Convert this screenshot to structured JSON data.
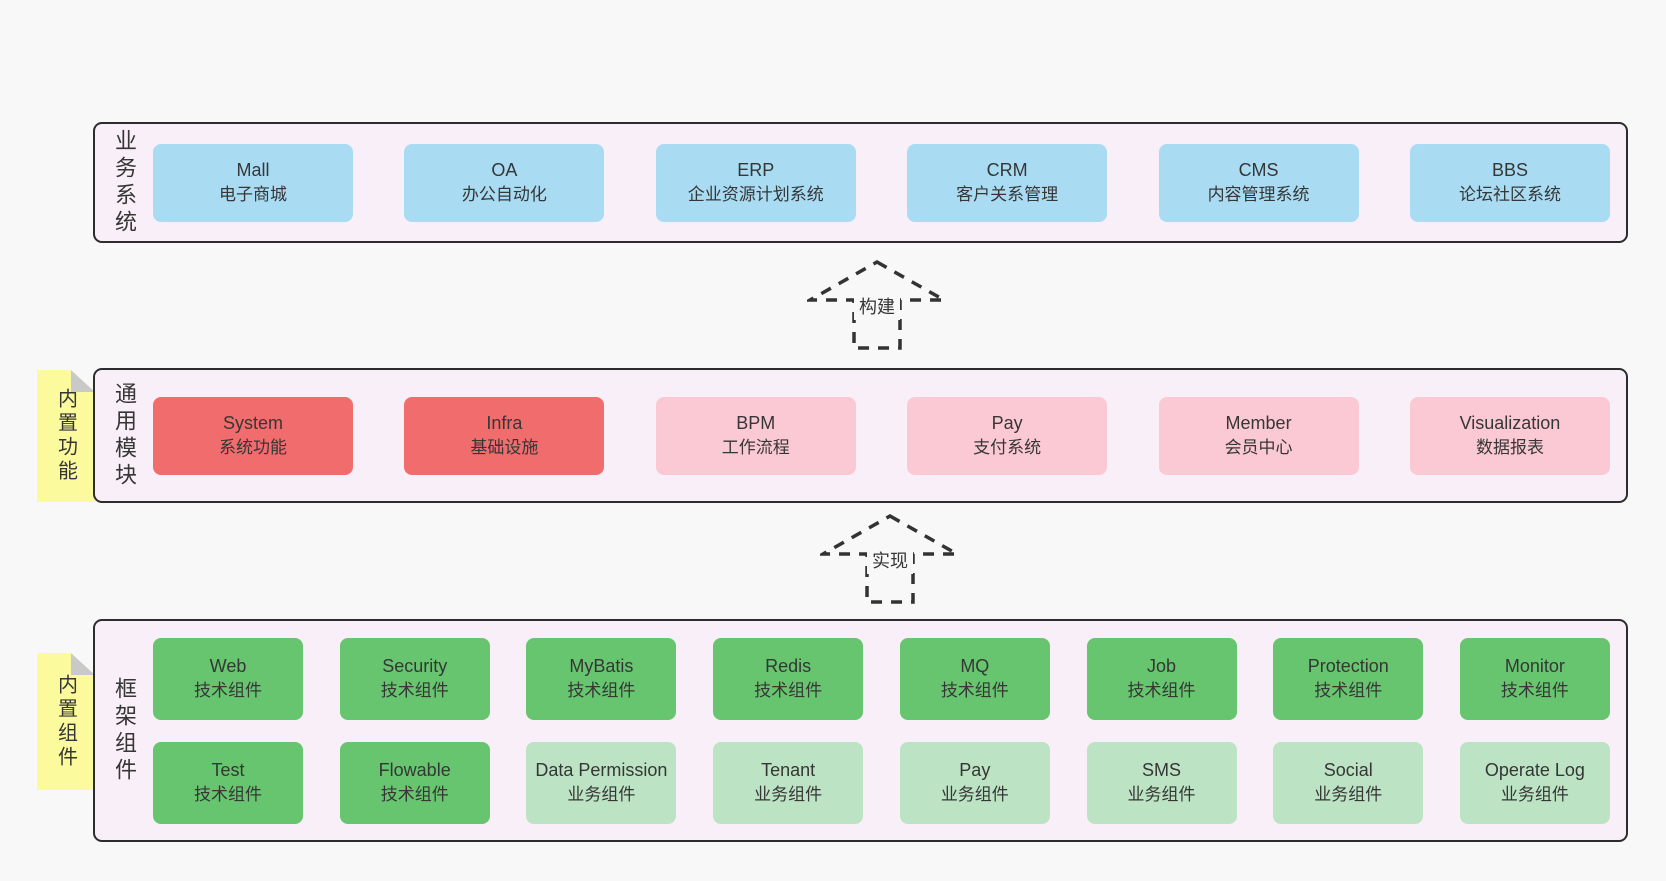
{
  "colors": {
    "background": "#f8f8f8",
    "layer_fill": "#f9eff8",
    "layer_border": "#2d2d2d",
    "business_box_blue": "#a9dcf3",
    "core_module_red": "#f16c6c",
    "optional_module_pink": "#fbc9d3",
    "tech_component_green": "#67c46f",
    "biz_component_lightgreen": "#bce3c3",
    "note_yellow": "#fbfb9e",
    "note_fold_gray": "#c9c9c9",
    "text": "#363636"
  },
  "arrows": [
    {
      "label": "构建"
    },
    {
      "label": "实现"
    }
  ],
  "layers": [
    {
      "label": "业务系统",
      "rows": [
        [
          {
            "name": "Mall",
            "desc": "电子商城"
          },
          {
            "name": "OA",
            "desc": "办公自动化"
          },
          {
            "name": "ERP",
            "desc": "企业资源计划系统"
          },
          {
            "name": "CRM",
            "desc": "客户关系管理"
          },
          {
            "name": "CMS",
            "desc": "内容管理系统"
          },
          {
            "name": "BBS",
            "desc": "论坛社区系统"
          }
        ]
      ]
    },
    {
      "label": "通用模块",
      "note": "内置功能",
      "rows": [
        [
          {
            "name": "System",
            "desc": "系统功能"
          },
          {
            "name": "Infra",
            "desc": "基础设施"
          },
          {
            "name": "BPM",
            "desc": "工作流程"
          },
          {
            "name": "Pay",
            "desc": "支付系统"
          },
          {
            "name": "Member",
            "desc": "会员中心"
          },
          {
            "name": "Visualization",
            "desc": "数据报表"
          }
        ]
      ]
    },
    {
      "label": "框架组件",
      "note": "内置组件",
      "rows": [
        [
          {
            "name": "Web",
            "desc": "技术组件"
          },
          {
            "name": "Security",
            "desc": "技术组件"
          },
          {
            "name": "MyBatis",
            "desc": "技术组件"
          },
          {
            "name": "Redis",
            "desc": "技术组件"
          },
          {
            "name": "MQ",
            "desc": "技术组件"
          },
          {
            "name": "Job",
            "desc": "技术组件"
          },
          {
            "name": "Protection",
            "desc": "技术组件"
          },
          {
            "name": "Monitor",
            "desc": "技术组件"
          }
        ],
        [
          {
            "name": "Test",
            "desc": "技术组件"
          },
          {
            "name": "Flowable",
            "desc": "技术组件"
          },
          {
            "name": "Data Permission",
            "desc": "业务组件"
          },
          {
            "name": "Tenant",
            "desc": "业务组件"
          },
          {
            "name": "Pay",
            "desc": "业务组件"
          },
          {
            "name": "SMS",
            "desc": "业务组件"
          },
          {
            "name": "Social",
            "desc": "业务组件"
          },
          {
            "name": "Operate Log",
            "desc": "业务组件"
          }
        ]
      ]
    }
  ]
}
